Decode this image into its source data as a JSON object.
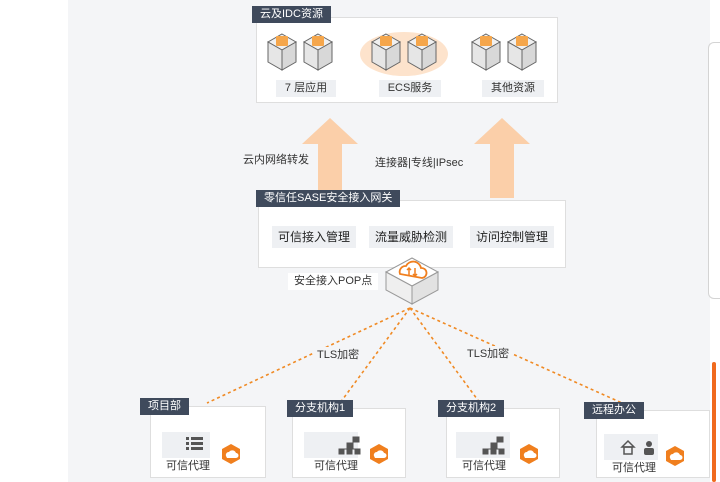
{
  "cloud_idc": {
    "title": "云及IDC资源",
    "resources": [
      {
        "label": "7 层应用",
        "icon": "server-stack-icon"
      },
      {
        "label": "ECS服务",
        "icon": "server-stack-icon"
      },
      {
        "label": "其他资源",
        "icon": "server-stack-icon"
      }
    ]
  },
  "links_upper": {
    "left_label": "云内网络转发",
    "right_label": "连接器|专线|IPsec"
  },
  "gateway": {
    "title": "零信任SASE安全接入网关",
    "functions": [
      "可信接入管理",
      "流量威胁检测",
      "访问控制管理"
    ],
    "pop_label": "安全接入POP点",
    "pop_icon": "cloud-upload-download-icon"
  },
  "tls_labels": [
    "TLS加密",
    "TLS加密"
  ],
  "branches": [
    {
      "title": "项目部",
      "agent_label": "可信代理",
      "icon": "list-icon"
    },
    {
      "title": "分支机构1",
      "agent_label": "可信代理",
      "icon": "network-icon"
    },
    {
      "title": "分支机构2",
      "agent_label": "可信代理",
      "icon": "network-icon"
    },
    {
      "title": "远程办公",
      "agent_label": "可信代理",
      "icon": "home-user-icon"
    }
  ],
  "colors": {
    "accent_orange": "#f07f1e",
    "arrow_peach": "#fbcfa9",
    "tag_dark": "#3f4a5c",
    "dashed_line": "#f08a24"
  }
}
